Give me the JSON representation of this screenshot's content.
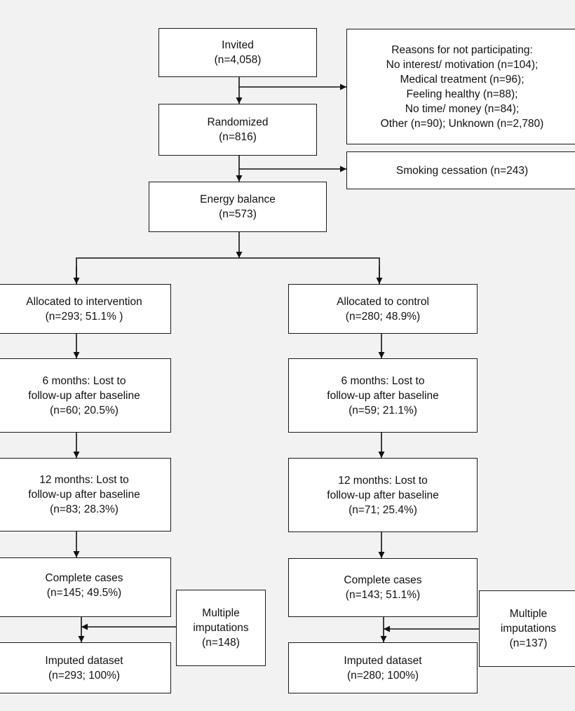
{
  "flowchart": {
    "invited": {
      "title": "Invited",
      "count": "(n=4,058)"
    },
    "reasons": {
      "heading": "Reasons for not participating:",
      "items": [
        "No interest/ motivation (n=104);",
        "Medical treatment (n=96);",
        "Feeling healthy (n=88);",
        "No time/ money (n=84);",
        "Other (n=90); Unknown (n=2,780)"
      ]
    },
    "randomized": {
      "title": "Randomized",
      "count": "(n=816)"
    },
    "smoking": {
      "label": "Smoking cessation (n=243)"
    },
    "energy": {
      "title": "Energy balance",
      "count": "(n=573)"
    },
    "intervention_arm": {
      "allocated": {
        "title": "Allocated to intervention",
        "count": "(n=293; 51.1% )"
      },
      "lost6": {
        "line1": "6 months: Lost to",
        "line2": "follow-up after baseline",
        "count": "(n=60; 20.5%)"
      },
      "lost12": {
        "line1": "12 months: Lost to",
        "line2": "follow-up after baseline",
        "count": "(n=83; 28.3%)"
      },
      "complete": {
        "title": "Complete cases",
        "count": "(n=145; 49.5%)"
      },
      "imputations": {
        "line1": "Multiple",
        "line2": "imputations",
        "count": "(n=148)"
      },
      "imputed": {
        "title": "Imputed dataset",
        "count": "(n=293; 100%)"
      }
    },
    "control_arm": {
      "allocated": {
        "title": "Allocated to control",
        "count": "(n=280; 48.9%)"
      },
      "lost6": {
        "line1": "6 months: Lost to",
        "line2": "follow-up after baseline",
        "count": "(n=59; 21.1%)"
      },
      "lost12": {
        "line1": "12 months: Lost to",
        "line2": "follow-up after baseline",
        "count": "(n=71; 25.4%)"
      },
      "complete": {
        "title": "Complete cases",
        "count": "(n=143; 51.1%)"
      },
      "imputations": {
        "line1": "Multiple",
        "line2": "imputations",
        "count": "(n=137)"
      },
      "imputed": {
        "title": "Imputed dataset",
        "count": "(n=280; 100%)"
      }
    }
  }
}
